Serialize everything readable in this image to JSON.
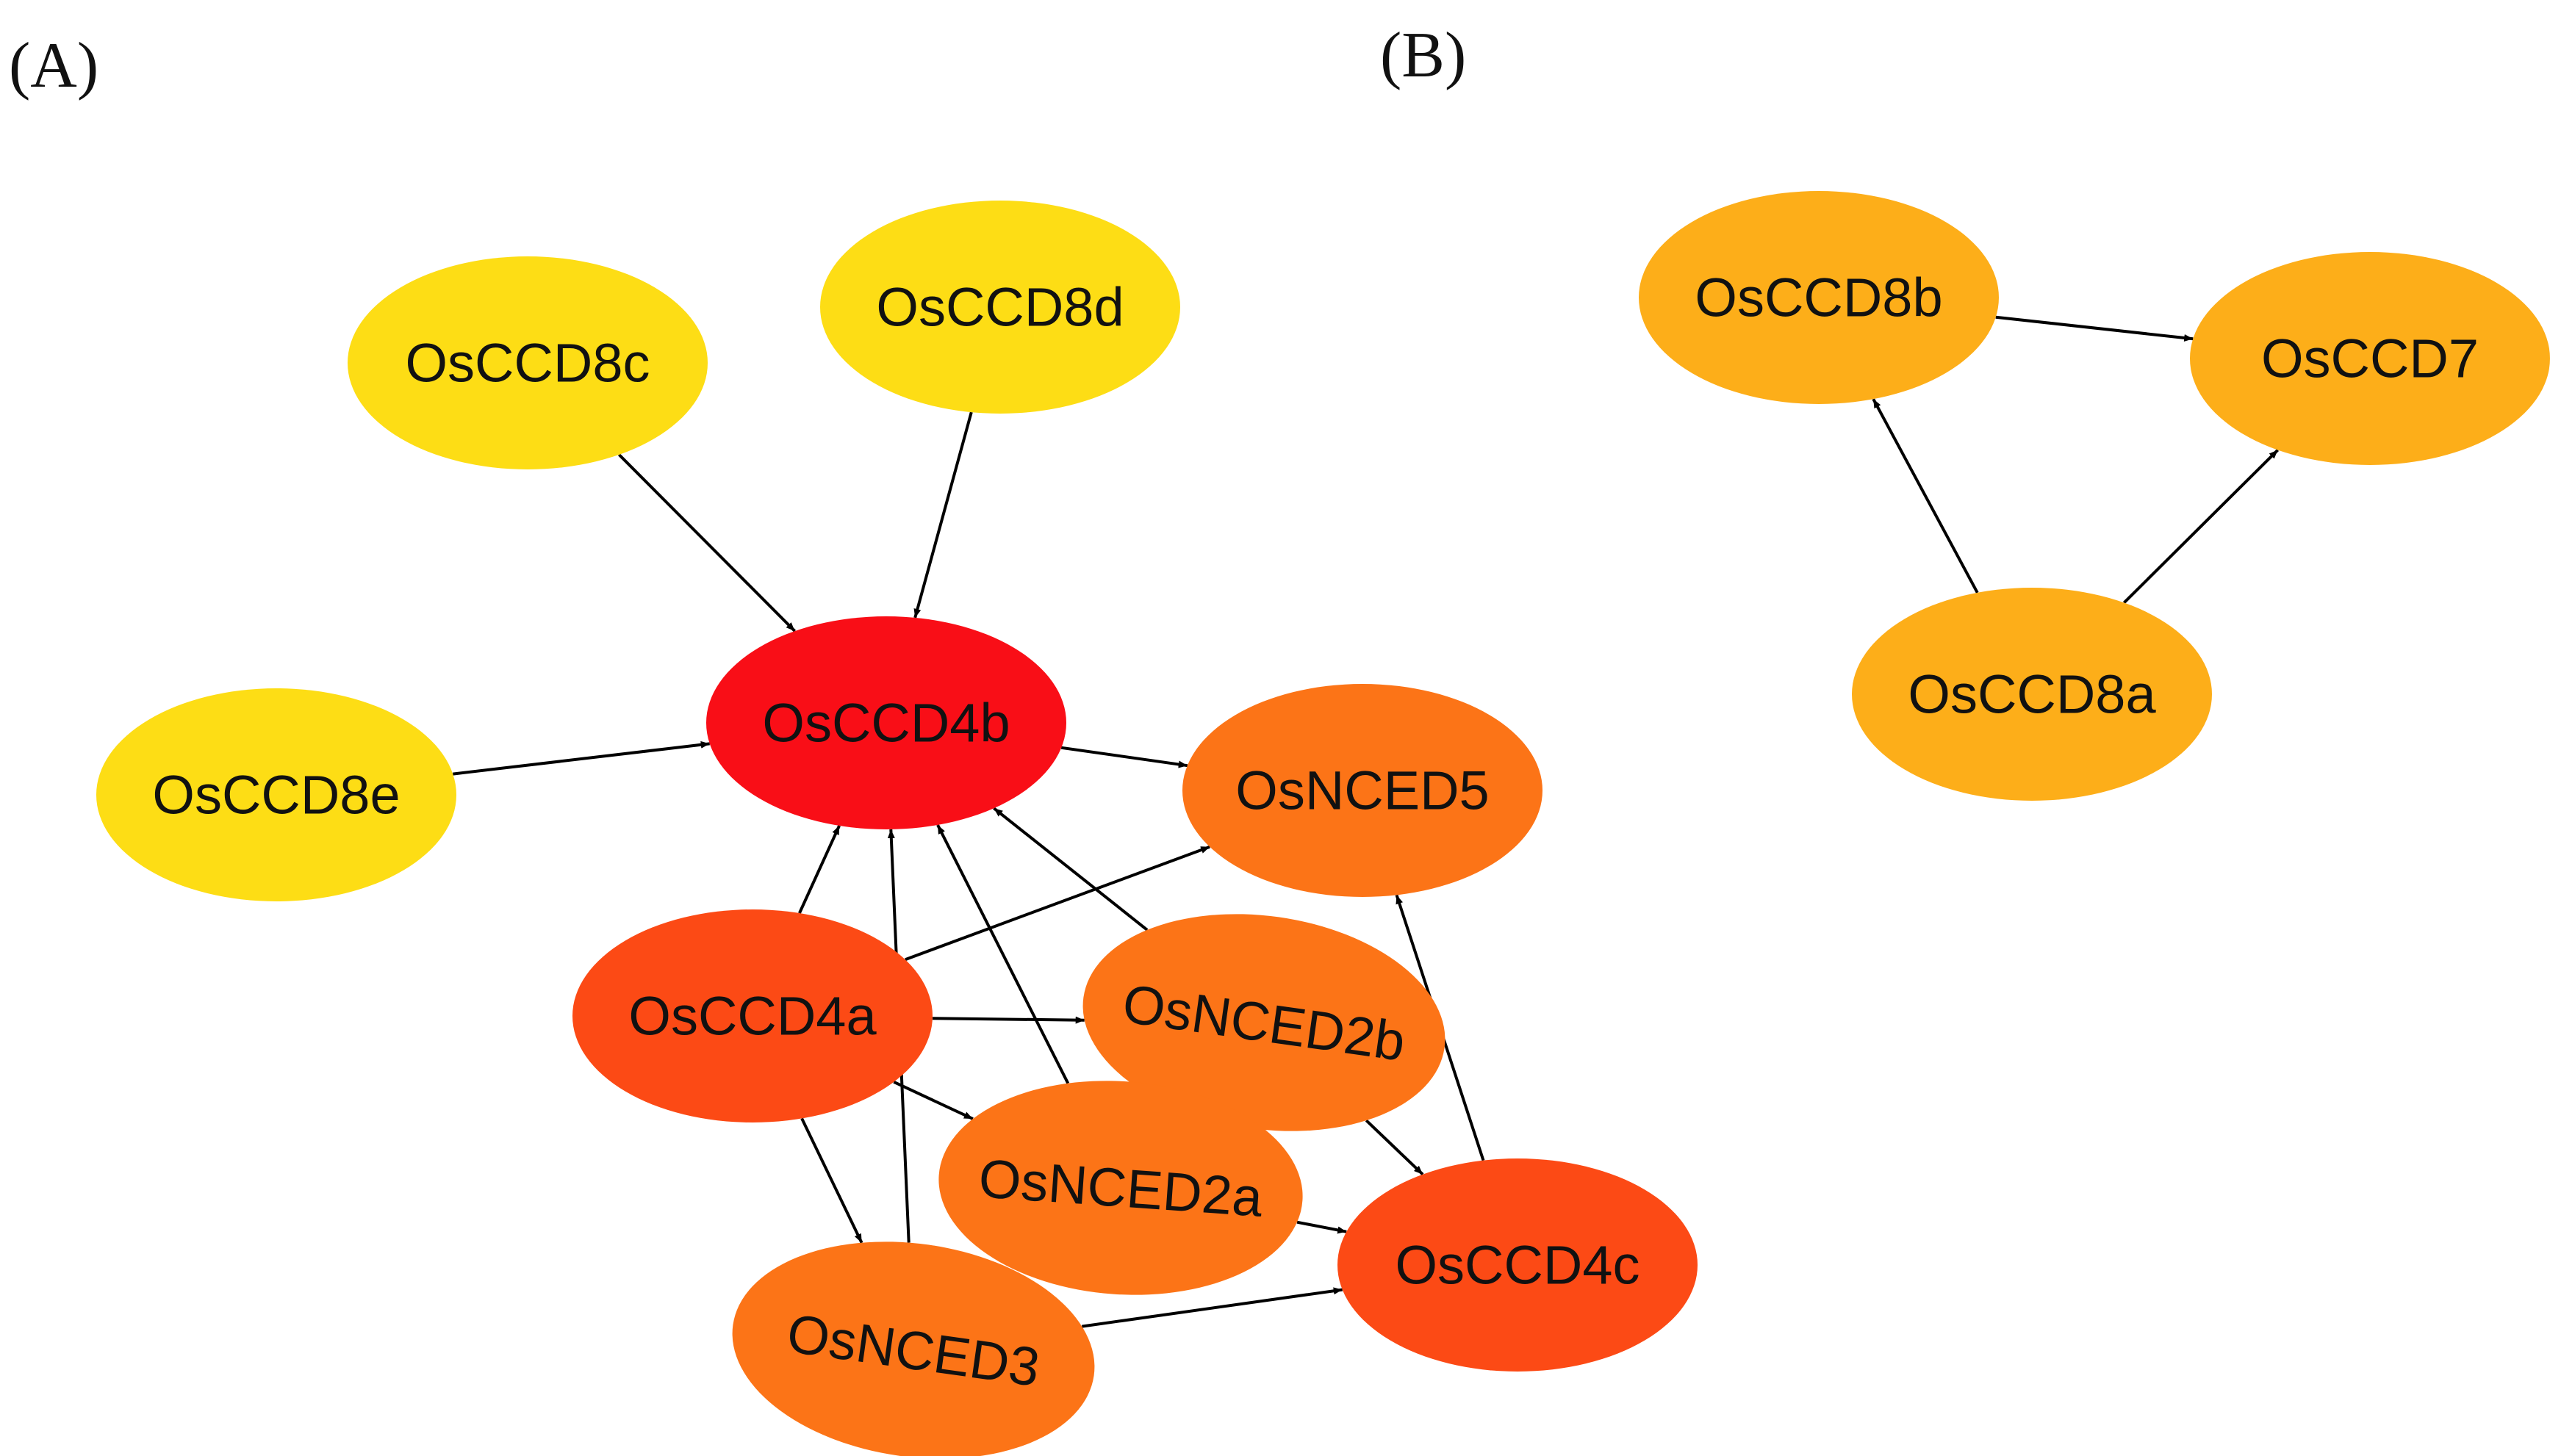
{
  "panels": [
    {
      "label": "(A)"
    },
    {
      "label": "(B)"
    }
  ],
  "colors": {
    "yellow": "#FDDD15",
    "red": "#F90E17",
    "red_orange": "#FC4A15",
    "orange": "#FC7417",
    "light_orange": "#FDAE19",
    "edge": "#000000"
  },
  "nodes": [
    {
      "id": "OsCCD8c",
      "label": "OsCCD8c",
      "color": "yellow"
    },
    {
      "id": "OsCCD8d",
      "label": "OsCCD8d",
      "color": "yellow"
    },
    {
      "id": "OsCCD8e",
      "label": "OsCCD8e",
      "color": "yellow"
    },
    {
      "id": "OsCCD4b",
      "label": "OsCCD4b",
      "color": "red"
    },
    {
      "id": "OsNCED5",
      "label": "OsNCED5",
      "color": "orange"
    },
    {
      "id": "OsCCD4a",
      "label": "OsCCD4a",
      "color": "red_orange"
    },
    {
      "id": "OsNCED2b",
      "label": "OsNCED2b",
      "color": "orange"
    },
    {
      "id": "OsNCED2a",
      "label": "OsNCED2a",
      "color": "orange"
    },
    {
      "id": "OsNCED3",
      "label": "OsNCED3",
      "color": "orange"
    },
    {
      "id": "OsCCD4c",
      "label": "OsCCD4c",
      "color": "red_orange"
    },
    {
      "id": "OsCCD8b",
      "label": "OsCCD8b",
      "color": "light_orange"
    },
    {
      "id": "OsCCD7",
      "label": "OsCCD7",
      "color": "light_orange"
    },
    {
      "id": "OsCCD8a",
      "label": "OsCCD8a",
      "color": "light_orange"
    }
  ],
  "edges": [
    {
      "from": "OsCCD8c",
      "to": "OsCCD4b"
    },
    {
      "from": "OsCCD8d",
      "to": "OsCCD4b"
    },
    {
      "from": "OsCCD8e",
      "to": "OsCCD4b"
    },
    {
      "from": "OsCCD4b",
      "to": "OsNCED5"
    },
    {
      "from": "OsCCD4a",
      "to": "OsNCED5"
    },
    {
      "from": "OsCCD4a",
      "to": "OsNCED2b"
    },
    {
      "from": "OsCCD4a",
      "to": "OsNCED2a"
    },
    {
      "from": "OsCCD4a",
      "to": "OsNCED3"
    },
    {
      "from": "OsCCD4a",
      "to": "OsCCD4b"
    },
    {
      "from": "OsNCED3",
      "to": "OsCCD4b"
    },
    {
      "from": "OsNCED2a",
      "to": "OsCCD4b"
    },
    {
      "from": "OsNCED2b",
      "to": "OsCCD4b"
    },
    {
      "from": "OsNCED2b",
      "to": "OsCCD4c"
    },
    {
      "from": "OsCCD4c",
      "to": "OsNCED5"
    },
    {
      "from": "OsNCED2a",
      "to": "OsCCD4c"
    },
    {
      "from": "OsNCED3",
      "to": "OsCCD4c"
    },
    {
      "from": "OsCCD8b",
      "to": "OsCCD7"
    },
    {
      "from": "OsCCD8a",
      "to": "OsCCD8b"
    },
    {
      "from": "OsCCD8a",
      "to": "OsCCD7"
    }
  ]
}
